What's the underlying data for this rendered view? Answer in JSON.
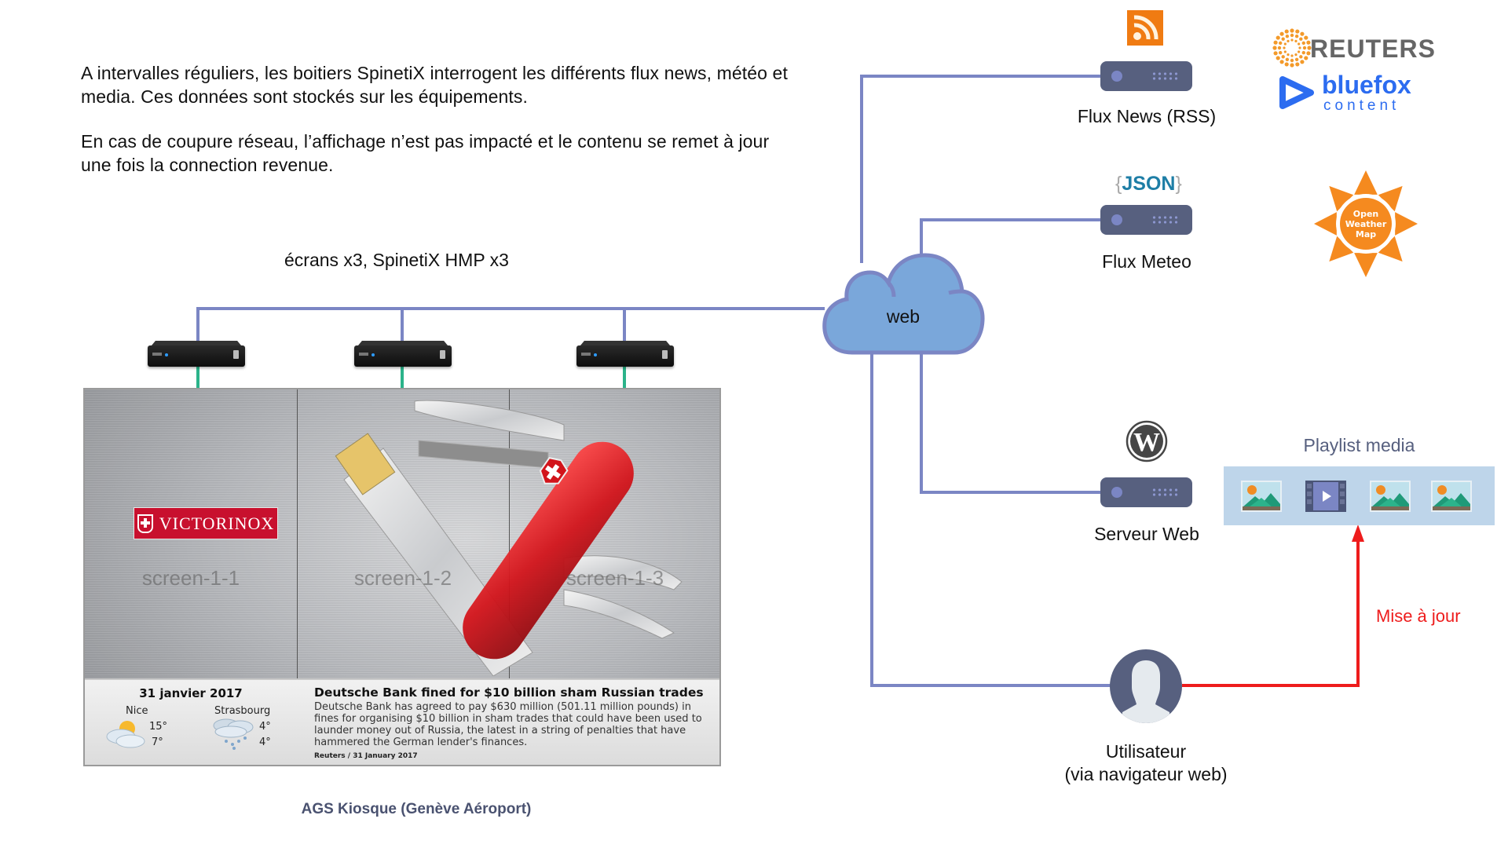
{
  "intro": {
    "paragraph1": "A intervalles réguliers, les boitiers SpinetiX interrogent les différents flux news, météo et media. Ces données sont stockés sur les équipements.",
    "paragraph2": "En cas de coupure réseau, l’affichage n’est pas impacté et le contenu se remet à jour une fois la connection revenue."
  },
  "devices_label": "écrans x3, SpinetiX HMP x3",
  "cloud_label": "web",
  "sources": {
    "news": {
      "label": "Flux News (RSS)",
      "icon": "rss-icon"
    },
    "meteo": {
      "label": "Flux Meteo",
      "icon": "json-icon",
      "icon_text_open": "{",
      "icon_text": "JSON",
      "icon_text_close": "}"
    },
    "web": {
      "label": "Serveur Web",
      "icon": "wordpress-icon"
    }
  },
  "logos": {
    "reuters": "REUTERS",
    "bluefox_line1": "bluefox",
    "bluefox_line2": "content",
    "owm_line1": "Open",
    "owm_line2": "Weather",
    "owm_line3": "Map"
  },
  "screens": {
    "names": [
      "screen-1-1",
      "screen-1-2",
      "screen-1-3"
    ],
    "brand": "VICTORINOX",
    "weather": {
      "date": "31 janvier 2017",
      "cities": [
        {
          "name": "Nice",
          "high": "15°",
          "low": "7°",
          "icon": "partly-cloudy-icon"
        },
        {
          "name": "Strasbourg",
          "high": "4°",
          "low": "4°",
          "icon": "rain-icon"
        }
      ]
    },
    "news": {
      "title": "Deutsche Bank fined for $10 billion sham Russian trades",
      "body": "Deutsche Bank  has agreed to pay $630 million (501.11 million pounds) in fines for organising $10 billion in sham trades that could have been used to launder money out of Russia, the latest in a string of penalties that have hammered the German lender's finances.",
      "source": "Reuters / 31 January 2017"
    }
  },
  "caption": "AGS Kiosque (Genève Aéroport)",
  "playlist": {
    "title": "Playlist media",
    "items": [
      "image",
      "video",
      "image",
      "image"
    ]
  },
  "user": {
    "label_line1": "Utilisateur",
    "label_line2": "(via navigateur web)"
  },
  "update_label": "Mise à jour",
  "colors": {
    "wire": "#7b86c4",
    "hdmi": "#2bb38a",
    "update": "#ee1c1c",
    "server": "#57607f",
    "cloud_fill": "#7aa7da",
    "playlist_bg": "#bed5ea",
    "rss": "#f07b12",
    "owm": "#f58a1f"
  }
}
